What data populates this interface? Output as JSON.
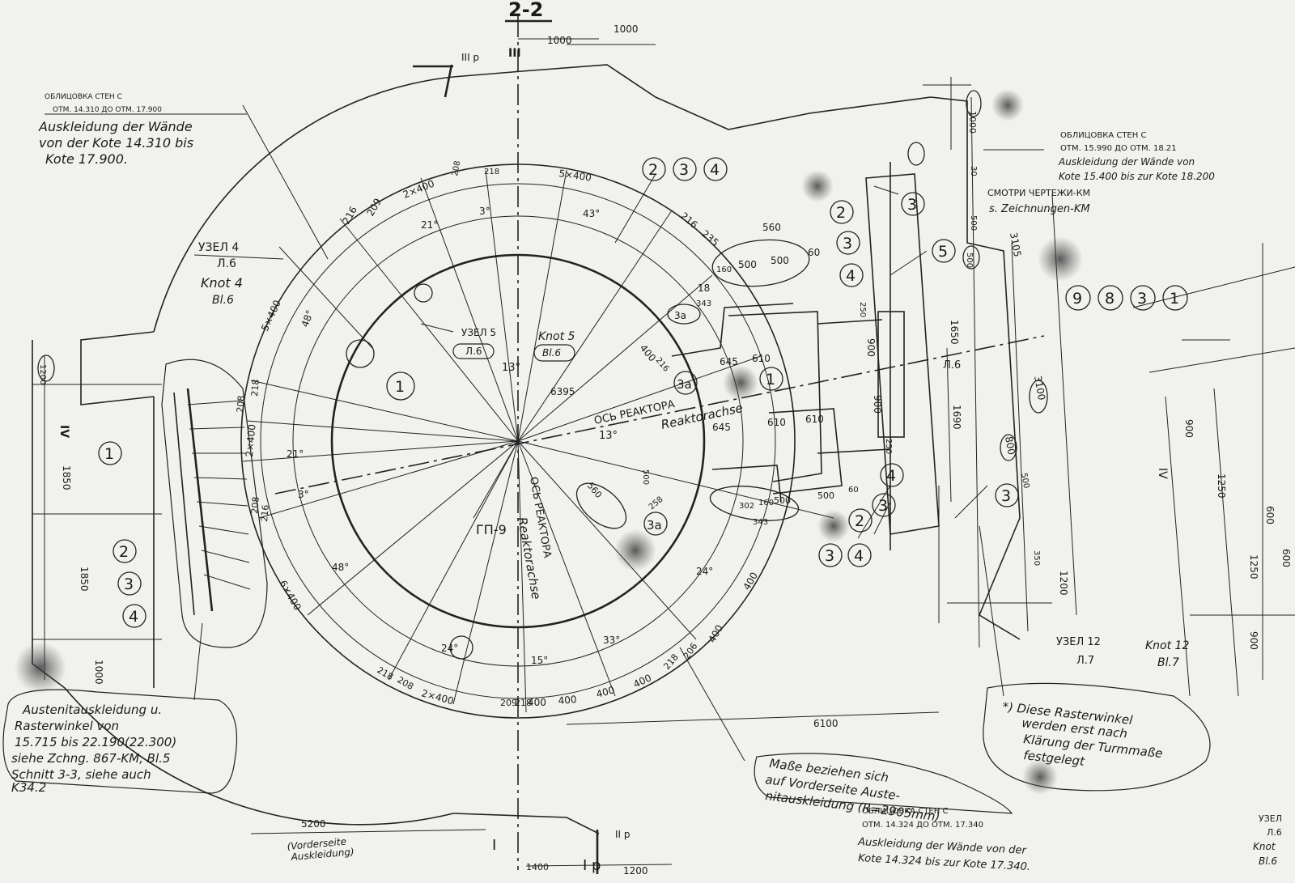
{
  "section_title": "2-2",
  "notes": {
    "wall_lining_top_left_ru_1": "ОБЛИЦОВКА СТЕН С",
    "wall_lining_top_left_ru_2": "ОТМ. 14.310 ДО ОТМ. 17.900",
    "wall_lining_top_left_de_1": "Auskleidung der Wände",
    "wall_lining_top_left_de_2": "von der Kote 14.310 bis",
    "wall_lining_top_left_de_3": "Kote 17.900.",
    "wall_lining_top_right_ru_1": "ОБЛИЦОВКА СТЕН С",
    "wall_lining_top_right_ru_2": "ОТМ. 15.990 ДО ОТМ. 18.21",
    "wall_lining_top_right_de_1": "Auskleidung der Wände von",
    "wall_lining_top_right_de_2": "Kote 15.400 bis zur Kote 18.200",
    "see_drawings_ru": "СМОТРИ ЧЕРТЕЖИ-КМ",
    "see_drawings_de": "s. Zeichnungen-KM",
    "wall_lining_bottom_ru_1": "ОБЛИЦОВКА СТЕН С",
    "wall_lining_bottom_ru_2": "ОТМ. 14.324 ДО ОТМ. 17.340",
    "wall_lining_bottom_de_1": "Auskleidung der Wände von der",
    "wall_lining_bottom_de_2": "Kote 14.324 bis zur Kote 17.340.",
    "austenit_box": [
      "Austenitauskleidung u.",
      "Rasterwinkel von",
      "15.715 bis 22.190(22.300)",
      "siehe Zchng. 867-KM, Bl.5",
      "Schnitt 3-3, siehe auch",
      "K34.2"
    ],
    "rasterwinkel_box": [
      "*) Diese Rasterwinkel",
      "werden erst nach",
      "Klärung der Turmmaße",
      "festgelegt"
    ],
    "masse_box": [
      "Maße beziehen sich",
      "auf Vorderseite Auste-",
      "nitauskleidung (R=2905mm)"
    ],
    "vorderseite": [
      "(Vorderseite",
      "Auskleidung)"
    ]
  },
  "node_labels": {
    "node4_ru": "УЗЕЛ 4",
    "node4_sheet_ru": "Л.6",
    "node4_de": "Knot 4",
    "node4_sheet_de": "Bl.6",
    "node5_ru": "УЗЕЛ 5",
    "node5_sheet_ru": "Л.6",
    "node5_de": "Knot 5",
    "node5_sheet_de": "Bl.6",
    "node12_ru": "УЗЕЛ 12",
    "node12_sheet_ru": "Л.7",
    "node12_de": "Knot 12",
    "node12_sheet_de": "Bl.7",
    "node_side_ru": "Л.6",
    "edge_ru": "УЗЕЛ",
    "edge_sheet": "Л.6",
    "edge_de": "Knot",
    "edge_bl": "Bl.6"
  },
  "axis_labels": {
    "reactor_ru": "ОСЬ РЕАКТОРА",
    "reactor_de": "Reaktorachse",
    "reactor_v_ru": "ОСЬ РЕАКТОРА",
    "reactor_v_de": "Reaktorachse",
    "gp9": "ГП-9",
    "angle_13": "13°",
    "angle_13b": "13°"
  },
  "section_marks": [
    "III p",
    "III",
    "II p",
    "I",
    "I p",
    "IV",
    "IV"
  ],
  "callouts": [
    "1",
    "2",
    "3",
    "4",
    "5",
    "1",
    "1",
    "2",
    "3",
    "4",
    "2",
    "3",
    "4",
    "3",
    "4",
    "3",
    "3",
    "2",
    "4",
    "3",
    "4",
    "3",
    "9",
    "8",
    "3",
    "1",
    "3a",
    "3a",
    "3a",
    "1",
    "2",
    "3",
    "4"
  ],
  "dimensions": [
    "1000",
    "1000",
    "1000",
    "5×400",
    "216",
    "209",
    "2×400",
    "208",
    "218",
    "21°",
    "3°",
    "43°",
    "216",
    "235",
    "560",
    "160",
    "500",
    "500",
    "60",
    "18",
    "343",
    "645",
    "610",
    "645",
    "610",
    "610",
    "400",
    "216",
    "13°",
    "5×400",
    "48°",
    "208",
    "218",
    "2×400",
    "21°",
    "3°",
    "208",
    "216",
    "48°",
    "6×400",
    "24°",
    "218",
    "208",
    "2×400",
    "209",
    "218",
    "400",
    "400",
    "400",
    "400",
    "218",
    "206",
    "400",
    "400",
    "24°",
    "33°",
    "15°",
    "6100",
    "5200",
    "1400",
    "1200",
    "1200",
    "1850",
    "1850",
    "1000",
    "1200",
    "900",
    "900",
    "1650",
    "1690",
    "250",
    "250",
    "3105",
    "3100",
    "800",
    "500",
    "500",
    "500",
    "350",
    "6395",
    "500",
    "258",
    "560",
    "302",
    "160",
    "500",
    "500",
    "60",
    "343",
    "900",
    "1250",
    "1250",
    "600",
    "600",
    "900",
    "30"
  ]
}
